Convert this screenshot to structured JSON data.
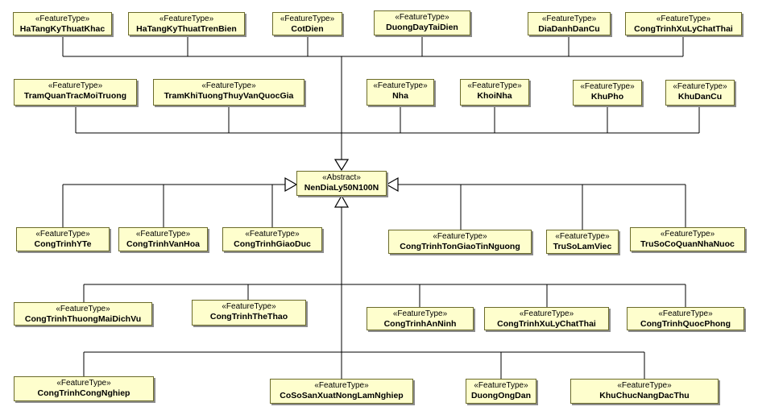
{
  "diagram": {
    "abstract": {
      "stereotype": "«Abstract»",
      "name": "NenDiaLy50N100N"
    },
    "feature_stereotype": "«FeatureType»",
    "feature_types": [
      "HaTangKyThuatKhac",
      "HaTangKyThuatTrenBien",
      "CotDien",
      "DuongDayTaiDien",
      "DiaDanhDanCu",
      "CongTrinhXuLyChatThai",
      "TramQuanTracMoiTruong",
      "TramKhiTuongThuyVanQuocGia",
      "Nha",
      "KhoiNha",
      "KhuPho",
      "KhuDanCu",
      "CongTrinhYTe",
      "CongTrinhVanHoa",
      "CongTrinhGiaoDuc",
      "CongTrinhTonGiaoTinNguong",
      "TruSoLamViec",
      "TruSoCoQuanNhaNuoc",
      "CongTrinhThuongMaiDichVu",
      "CongTrinhTheThao",
      "CongTrinhAnNinh",
      "CongTrinhXuLyChatThai",
      "CongTrinhQuocPhong",
      "CongTrinhCongNghiep",
      "CoSoSanXuatNongLamNghiep",
      "DuongOngDan",
      "KhuChucNangDacThu"
    ]
  },
  "colors": {
    "box_fill": "#fefecd",
    "box_border": "#6b6b2a",
    "line": "#000000"
  }
}
